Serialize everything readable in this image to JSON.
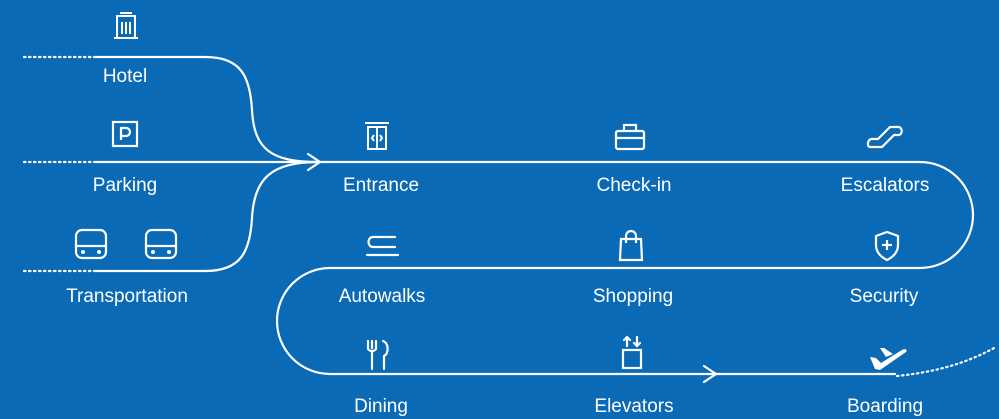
{
  "colors": {
    "background": "#0a6ab5",
    "line": "#ffffff"
  },
  "sources": [
    {
      "label": "Hotel",
      "icon": "hotel-building-icon"
    },
    {
      "label": "Parking",
      "icon": "parking-sign-icon"
    },
    {
      "label": "Transportation",
      "icon": "bus-icon"
    }
  ],
  "stations": [
    {
      "label": "Entrance",
      "icon": "sliding-door-icon"
    },
    {
      "label": "Check-in",
      "icon": "suitcase-icon"
    },
    {
      "label": "Escalators",
      "icon": "escalator-icon"
    },
    {
      "label": "Autowalks",
      "icon": "moving-walkway-icon"
    },
    {
      "label": "Shopping",
      "icon": "shopping-bag-icon"
    },
    {
      "label": "Security",
      "icon": "security-shield-icon"
    },
    {
      "label": "Dining",
      "icon": "fork-knife-icon"
    },
    {
      "label": "Elevators",
      "icon": "elevator-icon"
    },
    {
      "label": "Boarding",
      "icon": "airplane-departure-icon"
    }
  ]
}
